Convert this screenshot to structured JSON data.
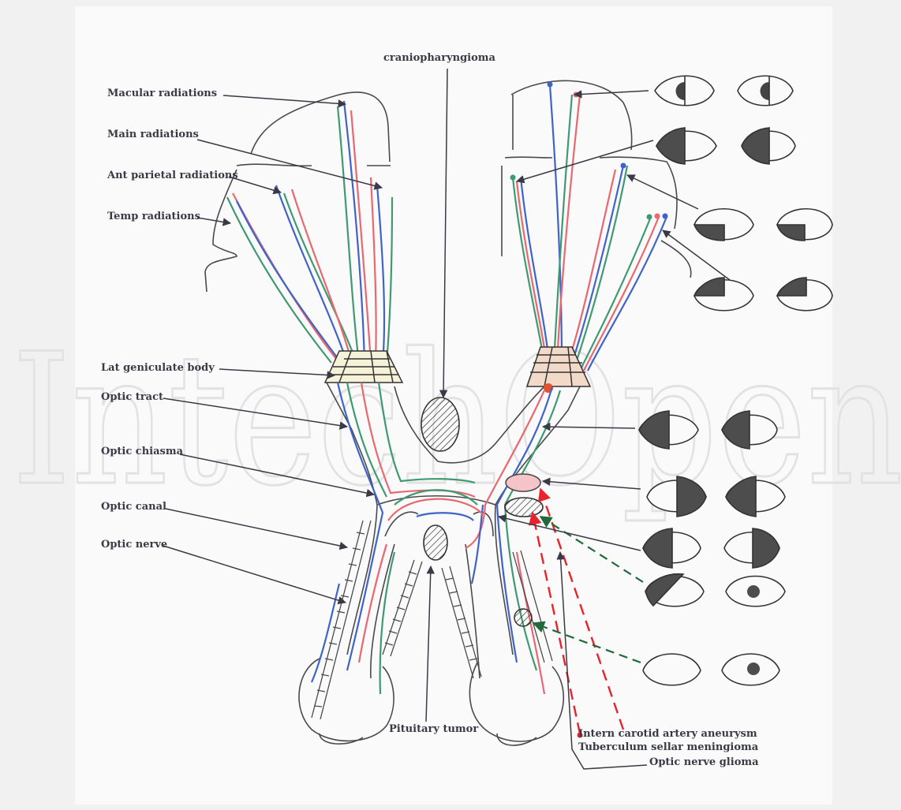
{
  "watermark": "IntechOpen",
  "labels": {
    "cranio": "craniopharyngioma",
    "macular": "Macular radiations",
    "main": "Main radiations",
    "antparietal": "Ant parietal radiations",
    "temp": "Temp radiations",
    "lgb": "Lat geniculate body",
    "tract": "Optic tract",
    "chiasma": "Optic chiasma",
    "canal": "Optic canal",
    "nerve": "Optic nerve",
    "pituitary": "Pituitary tumor",
    "aneurysm": "Intern carotid artery aneurysm",
    "meningioma": "Tuberculum sellar meningioma",
    "glioma": "Optic nerve glioma"
  },
  "colors": {
    "outline": "#4a4a4a",
    "nasal_blue": "#3f63c8",
    "temporal_green": "#3f9a72",
    "macular_red": "#e96870",
    "aneurysm_red": "#e8232c",
    "glioma_dashed": "#1f6a3a",
    "field_defect": "#4d4d4d"
  }
}
